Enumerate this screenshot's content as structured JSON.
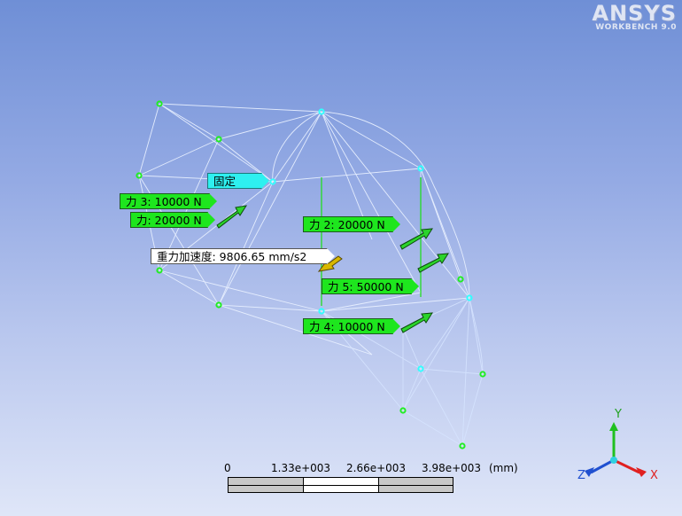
{
  "logo": {
    "main": "ANSYS",
    "sub": "WORKBENCH 9.0"
  },
  "labels": {
    "fixed": "固定",
    "force3": "力 3: 10000 N",
    "force1": "力: 20000 N",
    "force2": "力 2: 20000 N",
    "gravity": "重力加速度: 9806.65 mm/s2",
    "force5": "力 5: 50000 N",
    "force4": "力 4: 10000 N"
  },
  "scale": {
    "t0": "0",
    "t1": "1.33e+003",
    "t2": "2.66e+003",
    "t3": "3.98e+003",
    "unit": "(mm)"
  },
  "triad": {
    "x": "X",
    "y": "Y",
    "z": "Z"
  },
  "colors": {
    "force": "#1ee61e",
    "fixed": "#2ef0f0",
    "gravity": "#d4b400",
    "edge": "#e6f0ff",
    "x_axis": "#e02020",
    "y_axis": "#20c020",
    "z_axis": "#2050d0"
  }
}
